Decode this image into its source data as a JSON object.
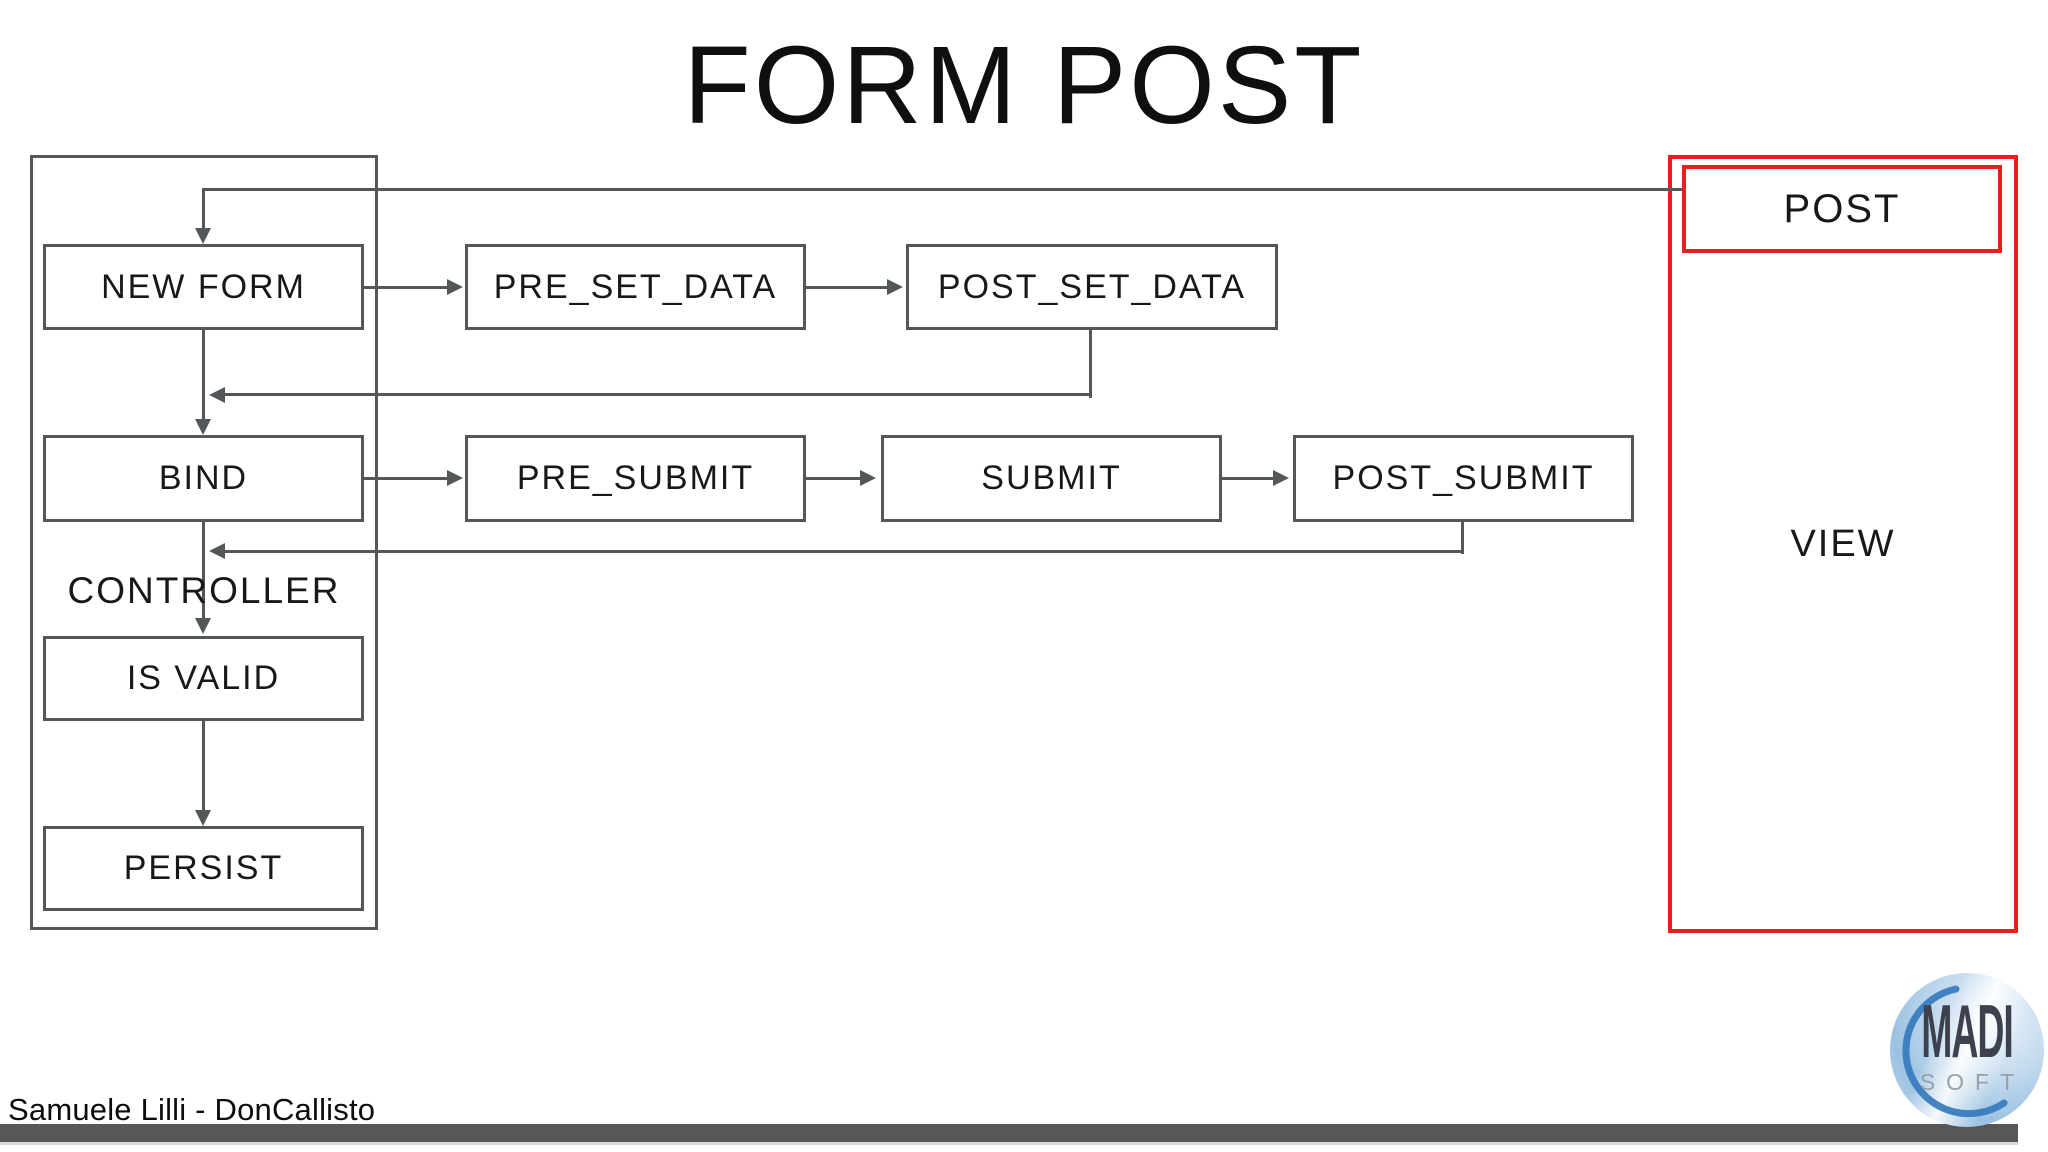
{
  "slide": {
    "title": "FORM POST",
    "author_credit": "Samuele Lilli - DonCallisto"
  },
  "diagram": {
    "groups": {
      "controller": {
        "label": "CONTROLLER"
      },
      "view": {
        "label": "VIEW"
      }
    },
    "nodes": {
      "new_form": {
        "label": "NEW FORM"
      },
      "pre_set_data": {
        "label": "PRE_SET_DATA"
      },
      "post_set_data": {
        "label": "POST_SET_DATA"
      },
      "bind": {
        "label": "BIND"
      },
      "pre_submit": {
        "label": "PRE_SUBMIT"
      },
      "submit": {
        "label": "SUBMIT"
      },
      "post_submit": {
        "label": "POST_SUBMIT"
      },
      "is_valid": {
        "label": "IS VALID"
      },
      "persist": {
        "label": "PERSIST"
      },
      "post": {
        "label": "POST"
      }
    },
    "edges": [
      {
        "from": "post",
        "to": "new_form"
      },
      {
        "from": "new_form",
        "to": "pre_set_data"
      },
      {
        "from": "pre_set_data",
        "to": "post_set_data"
      },
      {
        "from": "post_set_data",
        "to": "bind"
      },
      {
        "from": "new_form",
        "to": "bind"
      },
      {
        "from": "bind",
        "to": "pre_submit"
      },
      {
        "from": "pre_submit",
        "to": "submit"
      },
      {
        "from": "submit",
        "to": "post_submit"
      },
      {
        "from": "post_submit",
        "to": "is_valid"
      },
      {
        "from": "bind",
        "to": "is_valid"
      },
      {
        "from": "is_valid",
        "to": "persist"
      }
    ]
  },
  "logo": {
    "line1": "MADI",
    "line2": "SOFT"
  },
  "colors": {
    "red": "#ee1c1c",
    "line": "#54575a",
    "ink": "#17181a",
    "bar": "#575757",
    "logo-blue": "#3579bd",
    "logo-dark": "#3d414d",
    "logo-soft": "#98a0a8"
  }
}
